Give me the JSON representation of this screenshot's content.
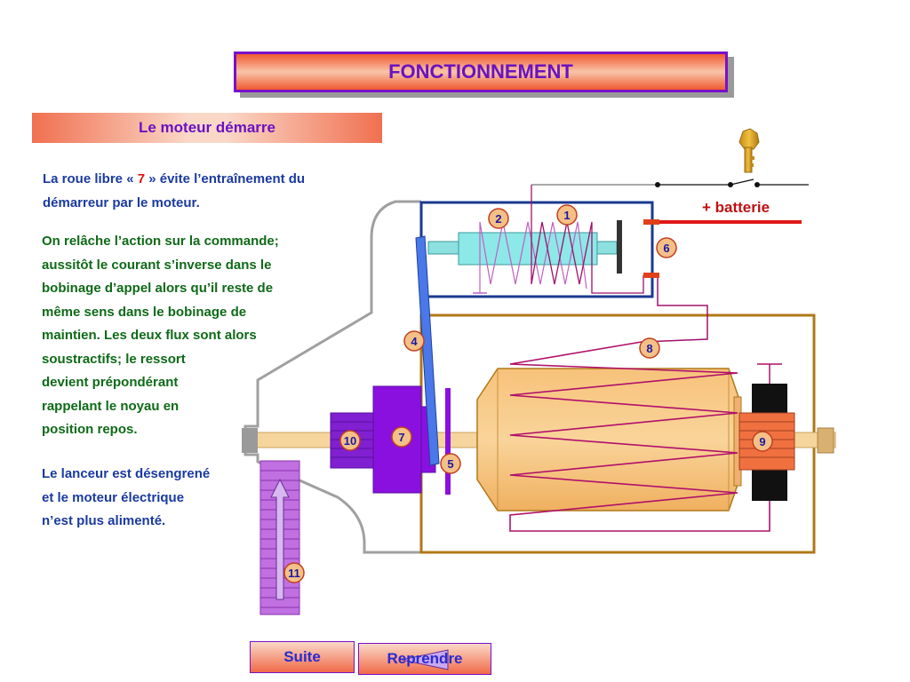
{
  "header": {
    "title": "FONCTIONNEMENT",
    "subtitle": "Le moteur démarre"
  },
  "text": {
    "para1_before": "La roue libre « ",
    "para1_num": "7",
    "para1_after": " » évite l’entraînement du",
    "para1_line2": "démarreur par le moteur.",
    "para2": [
      "On relâche l’action sur la commande;",
      "aussitôt le courant s’inverse dans le",
      "bobinage d’appel alors qu’il reste de",
      "même sens dans le bobinage de",
      "maintien. Les deux flux sont alors",
      "soustractifs; le ressort",
      "devient prépondérant",
      "rappelant le noyau en",
      "position repos."
    ],
    "para3": [
      "Le lanceur est désengrené",
      "et le moteur électrique",
      "n’est plus alimenté."
    ]
  },
  "diagram": {
    "battery_label": "+ batterie",
    "numbers": [
      "1",
      "2",
      "4",
      "5",
      "6",
      "7",
      "8",
      "9",
      "10",
      "11"
    ]
  },
  "buttons": {
    "next": "Suite",
    "restart": "Reprendre"
  },
  "colors": {
    "title_border": "#7a10c8",
    "accent_text": "#6a12c0",
    "body_text": "#1a3aa0",
    "green_text": "#0e6a18"
  }
}
